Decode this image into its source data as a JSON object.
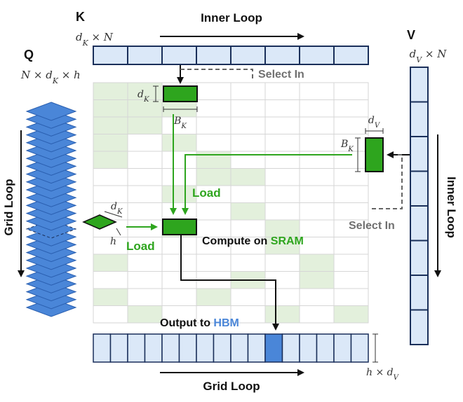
{
  "colors": {
    "green": "#2ea51e",
    "green_dark": "#1b5e12",
    "blue_fill": "#dbe8f8",
    "blue_accent": "#4a86d8",
    "blue_dark": "#1a2f5a",
    "grey_text": "#707070",
    "grid_green": "#e3f0dc"
  },
  "k": {
    "letter": "K",
    "dims": "d_K × N",
    "loop_label": "Inner Loop"
  },
  "q": {
    "letter": "Q",
    "dims": "N × d_K × h",
    "loop_label": "Grid Loop"
  },
  "v": {
    "letter": "V",
    "dims": "d_V × N",
    "loop_label": "Inner Loop"
  },
  "block_k": {
    "height_label": "d_K",
    "width_label": "B_K"
  },
  "block_v": {
    "top_label": "d_V",
    "side_label": "B_K"
  },
  "q_slice": {
    "top_label": "d_K",
    "bottom_label": "h"
  },
  "select_in_top": "Select In",
  "select_in_right": "Select In",
  "load_upper": "Load",
  "load_lower": "Load",
  "compute": {
    "prefix": "Compute on ",
    "highlight": "SRAM"
  },
  "output": {
    "prefix": "Output to ",
    "highlight": "HBM"
  },
  "out_dims": "h × d_V",
  "grid_loop_bottom": "Grid Loop"
}
